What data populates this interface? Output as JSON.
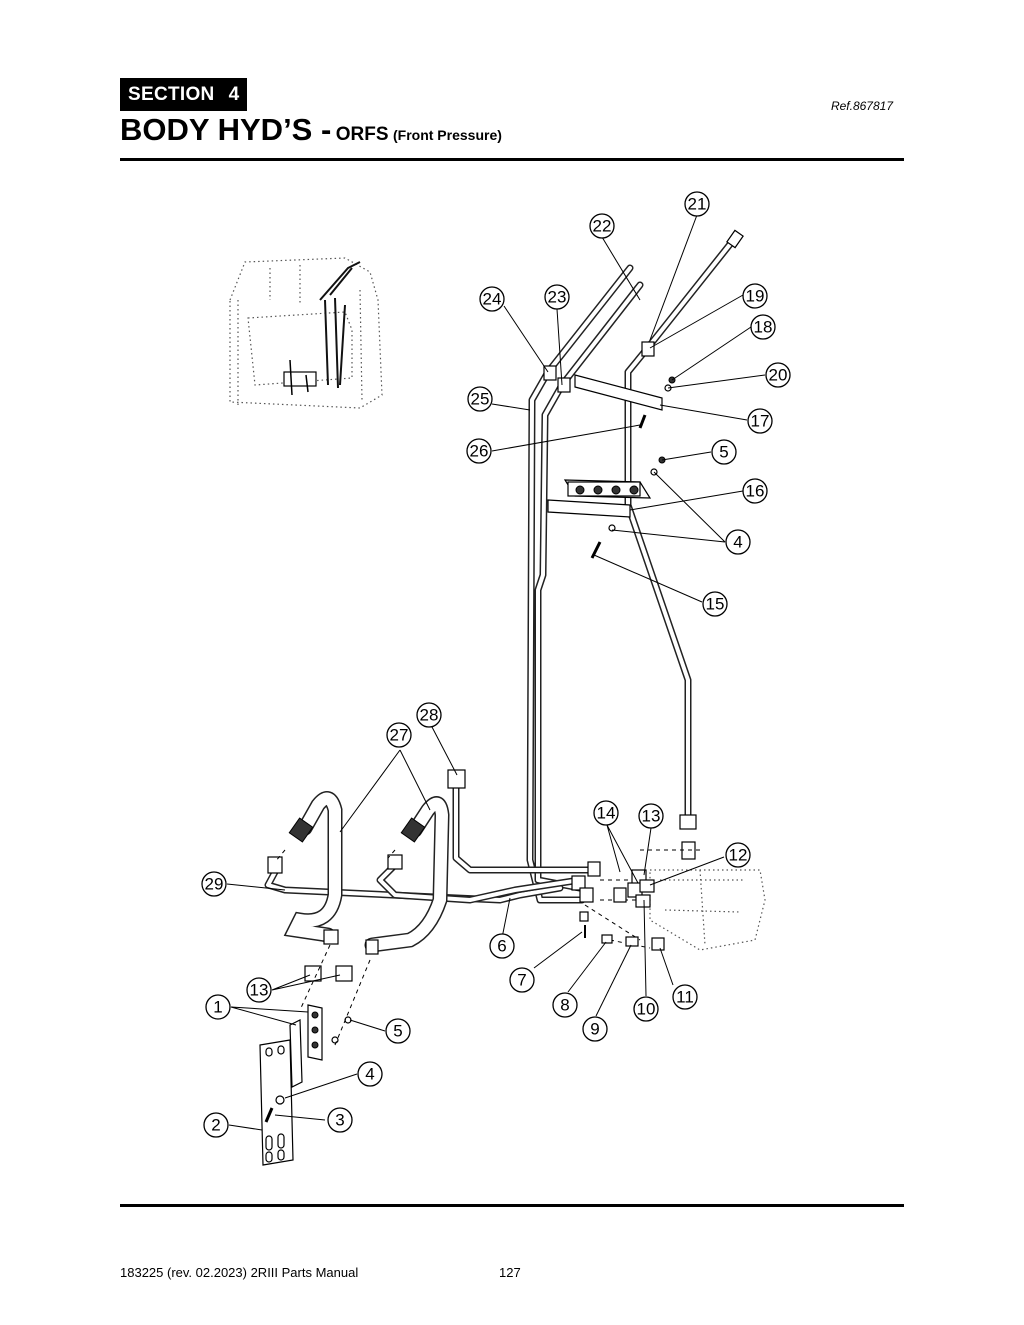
{
  "header": {
    "section_label": "SECTION",
    "section_number": "4",
    "ref": "Ref.867817",
    "title_main": "BODY HYD’S -",
    "title_sub": "ORFS",
    "title_note": "(Front Pressure)"
  },
  "callouts": {
    "c1": "1",
    "c2": "2",
    "c3": "3",
    "c4a": "4",
    "c4b": "4",
    "c5a": "5",
    "c5b": "5",
    "c6": "6",
    "c7": "7",
    "c8": "8",
    "c9": "9",
    "c10": "10",
    "c11": "11",
    "c12": "12",
    "c13a": "13",
    "c13b": "13",
    "c14": "14",
    "c15": "15",
    "c16": "16",
    "c17": "17",
    "c18": "18",
    "c19": "19",
    "c20": "20",
    "c21": "21",
    "c22": "22",
    "c23": "23",
    "c24": "24",
    "c25": "25",
    "c26": "26",
    "c27": "27",
    "c28": "28",
    "c29": "29"
  },
  "footer": {
    "doc_info": "183225  (rev. 02.2023) 2RIII Parts Manual",
    "page_number": "127"
  }
}
